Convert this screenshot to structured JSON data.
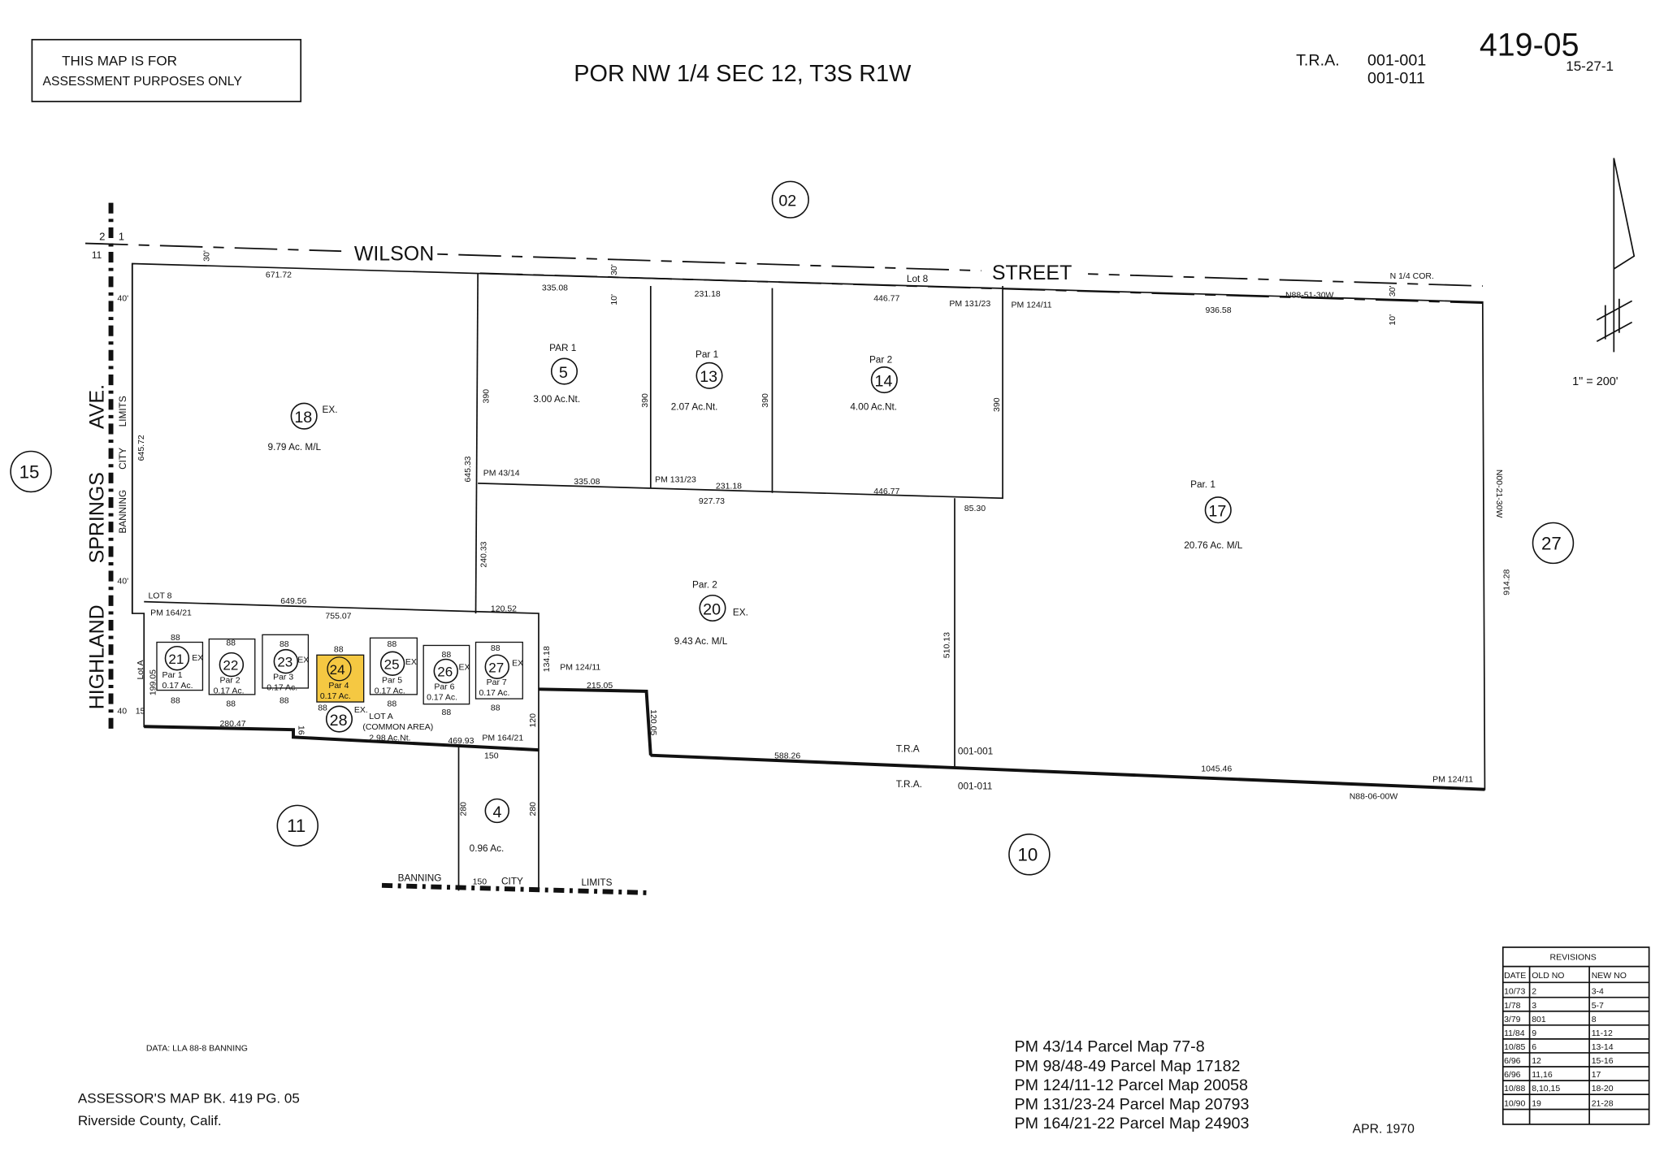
{
  "header": {
    "disclaimer_line1": "THIS   MAP   IS   FOR",
    "disclaimer_line2": "ASSESSMENT  PURPOSES ONLY",
    "title": "POR NW 1/4 SEC 12, T3S R1W",
    "tra_label": "T.R.A.",
    "tra_codes": [
      "001-001",
      "001-011"
    ],
    "map_number": "419-05",
    "map_subnumber": "15-27-1",
    "scale": "1\" = 200'"
  },
  "streets": {
    "wilson": "WILSON",
    "street": "STREET",
    "highland": "HIGHLAND",
    "springs": "SPRINGS",
    "ave": "AVE.",
    "banning_city_limits_vertical": [
      "BANNING",
      "CITY",
      "LIMITS"
    ],
    "banning_city_limits_bottom": [
      "BANNING",
      "CITY",
      "LIMITS"
    ]
  },
  "adjacent_pages": [
    "02",
    "15",
    "27",
    "11",
    "10"
  ],
  "section_marks": [
    "2",
    "1",
    "11"
  ],
  "highlight_color": "#f5c842",
  "parcels": [
    {
      "number": "18",
      "suffix": "EX.",
      "area": "9.79 Ac. M/L"
    },
    {
      "number": "5",
      "label": "PAR 1",
      "area": "3.00 Ac.Nt."
    },
    {
      "number": "13",
      "label": "Par 1",
      "area": "2.07 Ac.Nt."
    },
    {
      "number": "14",
      "label": "Par 2",
      "area": "4.00 Ac.Nt."
    },
    {
      "number": "17",
      "label": "Par. 1",
      "area": "20.76 Ac. M/L"
    },
    {
      "number": "20",
      "label": "Par. 2",
      "suffix": "EX.",
      "area": "9.43 Ac. M/L"
    },
    {
      "number": "4",
      "area": "0.96 Ac."
    },
    {
      "number": "28",
      "suffix": "EX.",
      "label": "LOT A",
      "label2": "(COMMON AREA)",
      "area": "2.98 Ac.Nt."
    }
  ],
  "small_lots": [
    {
      "number": "21",
      "label": "Par 1",
      "area": "0.17 Ac.",
      "ex": "EX",
      "highlighted": false
    },
    {
      "number": "22",
      "label": "Par 2",
      "area": "0.17 Ac.",
      "ex": "",
      "highlighted": false
    },
    {
      "number": "23",
      "label": "Par 3",
      "area": "0.17 Ac.",
      "ex": "EX",
      "highlighted": false
    },
    {
      "number": "24",
      "label": "Par 4",
      "area": "0.17 Ac.",
      "ex": "",
      "highlighted": true
    },
    {
      "number": "25",
      "label": "Par 5",
      "area": "0.17 Ac.",
      "ex": "EX",
      "highlighted": false
    },
    {
      "number": "26",
      "label": "Par 6",
      "area": "0.17 Ac.",
      "ex": "EX",
      "highlighted": false
    },
    {
      "number": "27",
      "label": "Par 7",
      "area": "0.17 Ac.",
      "ex": "EX",
      "highlighted": false
    }
  ],
  "lot_dim": "88",
  "dims": {
    "d30a": "30'",
    "d671": "671.72",
    "d40a": "40'",
    "d645_72": "645.72",
    "d335a": "335.08",
    "d30b": "30'",
    "d10a": "10'",
    "d231a": "231.18",
    "d446a": "446.77",
    "pm131a": "PM 131/23",
    "pm124a": "PM 124/11",
    "d936": "936.58",
    "n88_51": "N88-51-30W",
    "d30c": "30'",
    "d10b": "10'",
    "ncor": "N 1/4 COR.",
    "lot8a": "Lot 8",
    "d390": "390",
    "pm43": "PM 43/14",
    "d335b": "335.08",
    "pm131b": "PM 131/23",
    "d231b": "231.18",
    "d446b": "446.77",
    "d927": "927.73",
    "d85": "85.30",
    "d645_33": "645.33",
    "d240": "240.33",
    "d510": "510.13",
    "d914": "914.28",
    "n00": "N00-21-30W",
    "d40b": "40'",
    "lot8b": "LOT 8",
    "d649": "649.56",
    "d755": "755.07",
    "pm164a": "PM 164/21",
    "d120_52": "120.52",
    "d199": "199.05",
    "lotA": "Lot A",
    "d15": "15",
    "d40c": "40",
    "d134": "134.18",
    "pm124b": "PM 124/11",
    "d215": "215.05",
    "d120_05": "120.05",
    "d280_47": "280.47",
    "d16": "16",
    "d469": "469.93",
    "pm164b": "PM 164/21",
    "d150a": "150",
    "d120": "120",
    "d588": "588.26",
    "tra1": "T.R.A",
    "tra1code": "001-001",
    "d1045": "1045.46",
    "pm124c": "PM 124/11",
    "n88_06": "N88-06-00W",
    "tra2": "T.R.A.",
    "tra2code": "001-011",
    "d280": "280",
    "d150b": "150"
  },
  "footer": {
    "data_note": "DATA:  LLA 88-8 BANNING",
    "book_line": "ASSESSOR'S MAP BK.      419  PG.  05",
    "county": "Riverside County, Calif.",
    "parcel_maps": [
      "PM 43/14 Parcel Map 77-8",
      "PM 98/48-49 Parcel Map 17182",
      "PM 124/11-12 Parcel Map 20058",
      "PM 131/23-24 Parcel Map 20793",
      "PM 164/21-22 Parcel Map 24903"
    ],
    "date": "APR. 1970"
  },
  "revisions": {
    "title": "REVISIONS",
    "headers": [
      "DATE",
      "OLD NO",
      "NEW NO"
    ],
    "rows": [
      [
        "10/73",
        "2",
        "3-4"
      ],
      [
        "1/78",
        "3",
        "5-7"
      ],
      [
        "3/79",
        "801",
        "8"
      ],
      [
        "11/84",
        "9",
        "11-12"
      ],
      [
        "10/85",
        "6",
        "13-14"
      ],
      [
        "6/96",
        "12",
        "15-16"
      ],
      [
        "6/96",
        "11,16",
        "17"
      ],
      [
        "10/88",
        "8,10,15",
        "18-20"
      ],
      [
        "10/90",
        "19",
        "21-28"
      ]
    ]
  }
}
